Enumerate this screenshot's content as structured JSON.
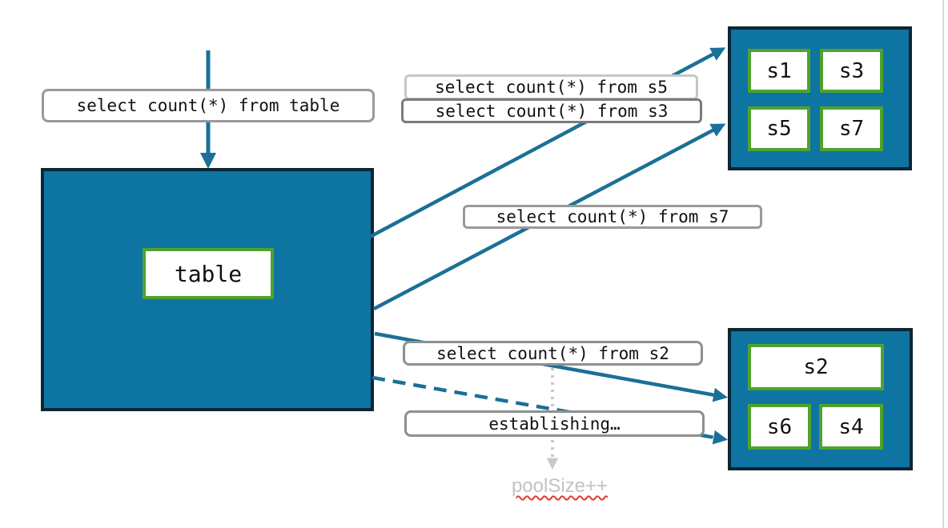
{
  "diagram": {
    "main_table": {
      "label": "table"
    },
    "query_labels": {
      "table": "select count(*) from table",
      "s5": "select count(*) from s5",
      "s3": "select count(*) from s3",
      "s7": "select count(*) from s7",
      "s2": "select count(*) from s2",
      "establishing": "establishing…"
    },
    "shard_groups": {
      "top": {
        "cells": [
          "s1",
          "s3",
          "s5",
          "s7"
        ]
      },
      "bottom": {
        "cells": [
          "s2",
          "s6",
          "s4"
        ]
      }
    },
    "annotation": {
      "pool_size": "poolSize++"
    },
    "colors": {
      "box_fill": "#0e74a2",
      "box_border": "#0c2634",
      "cell_border": "#4fa22d",
      "arrow_teal": "#1a7098",
      "label_border": "#9a9a9a",
      "label_border_light": "#c6c6c6",
      "label_border_dark": "#7b7b7b",
      "note_gray": "#c2c2c2",
      "squiggle_red": "#e03c31",
      "dotted_arrow_gray": "#c9c9c9"
    }
  }
}
